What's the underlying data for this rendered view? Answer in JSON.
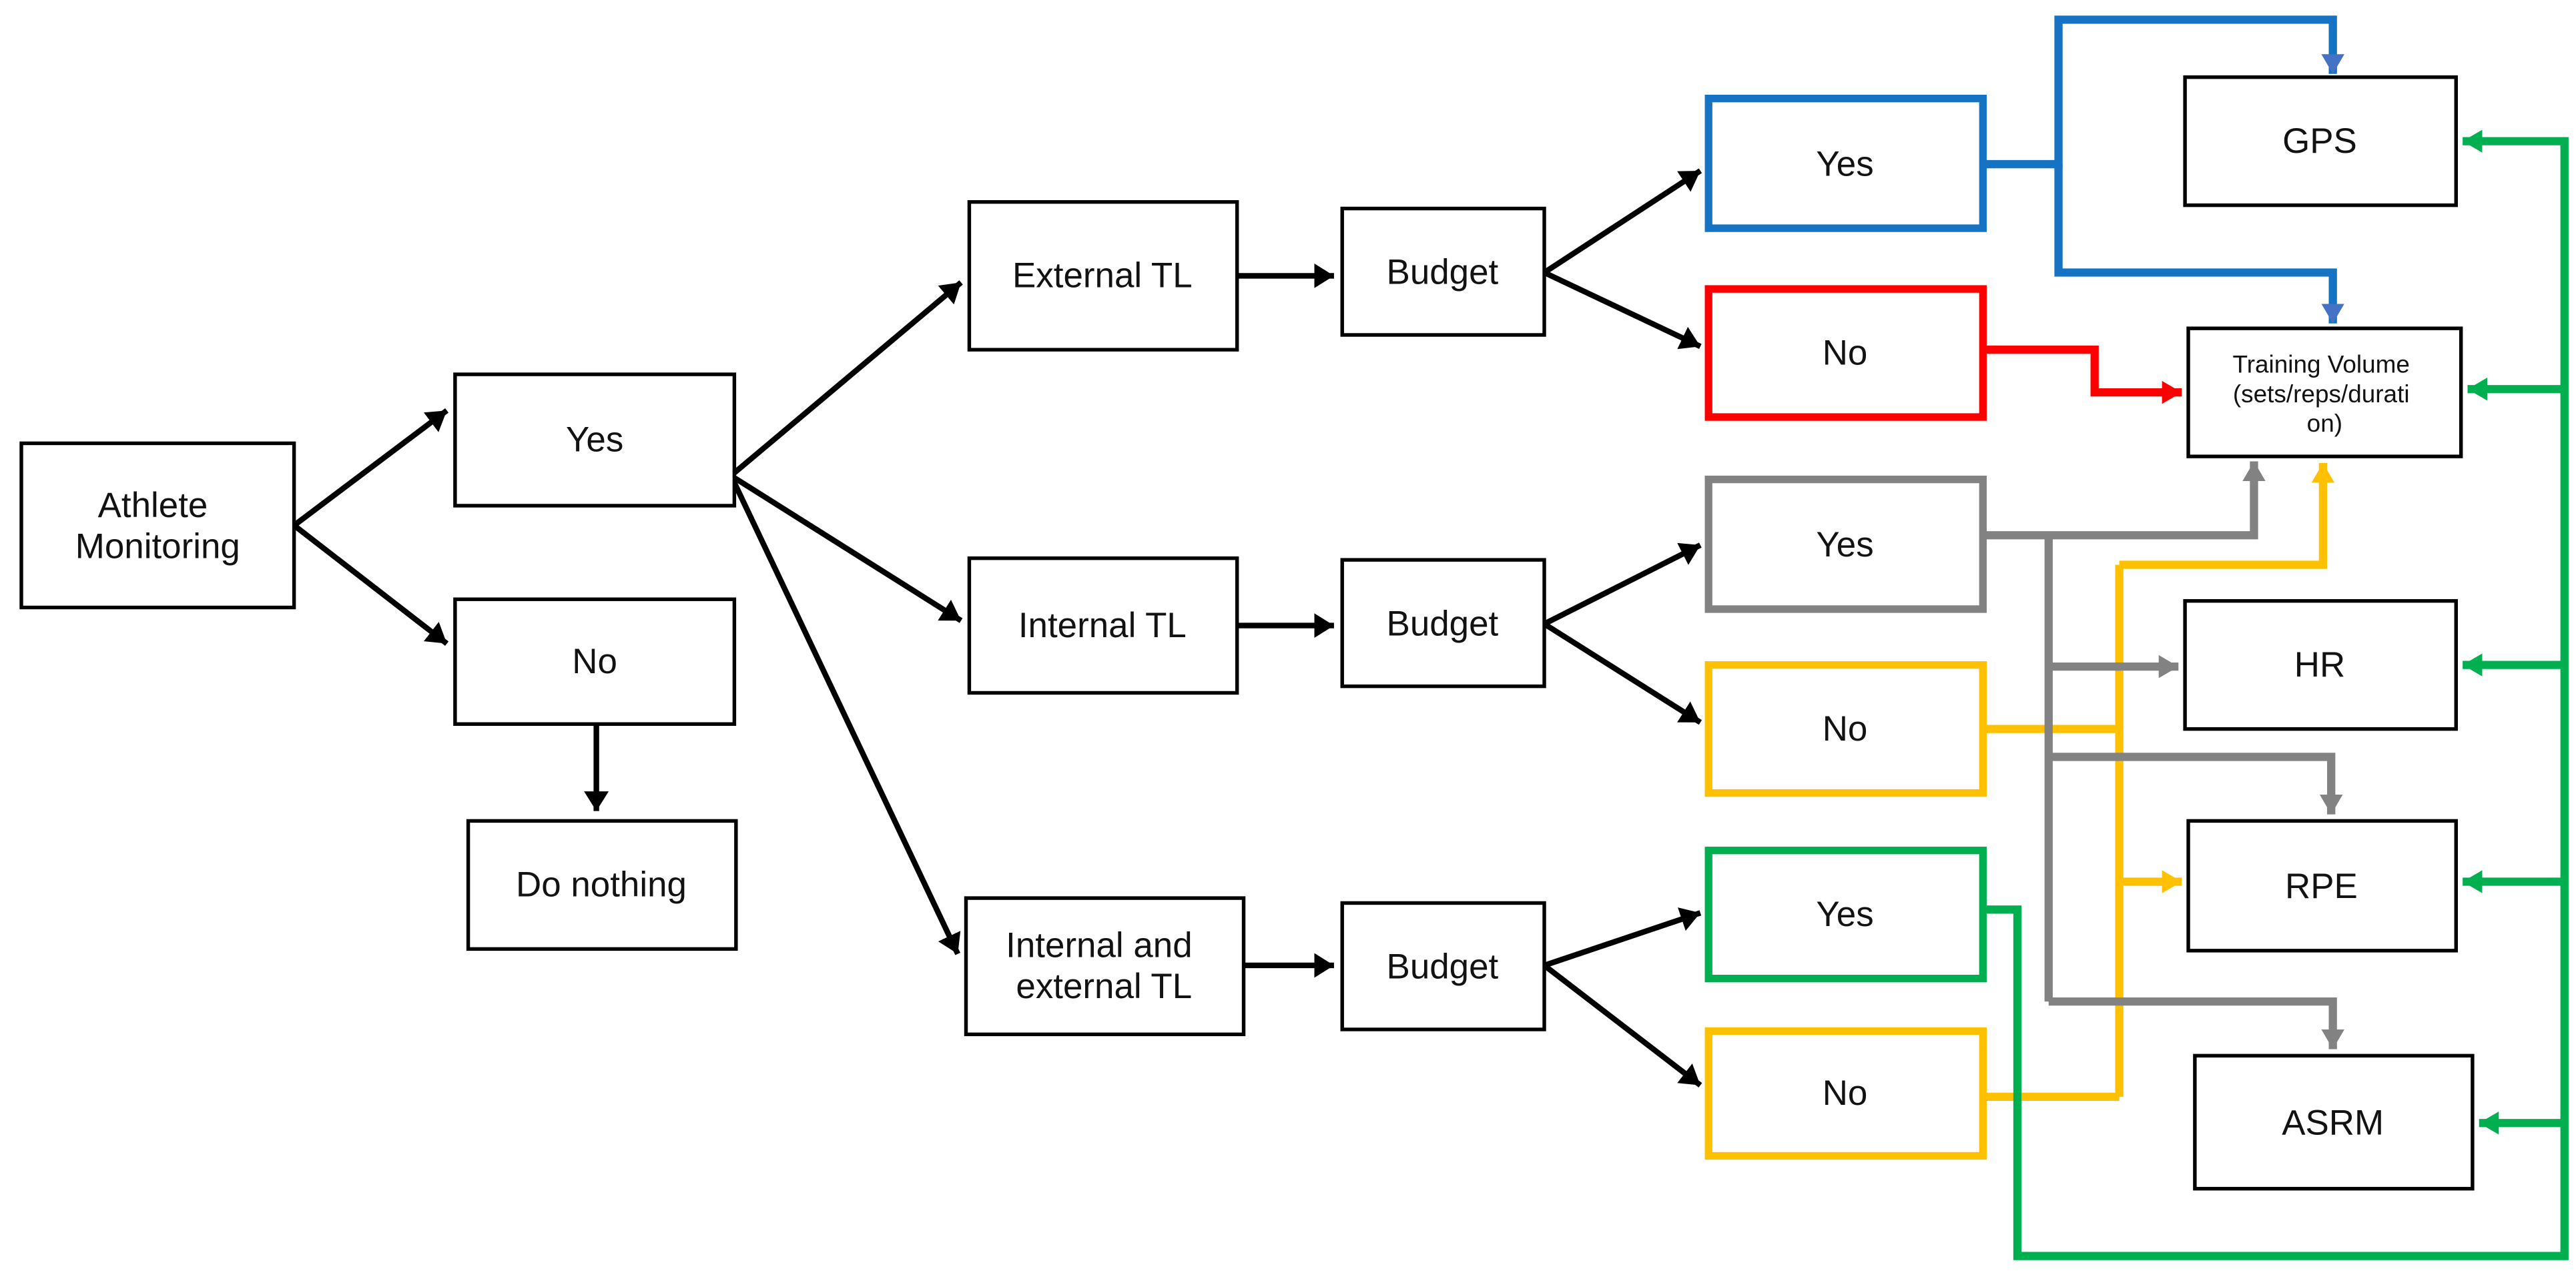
{
  "diagram": {
    "background": "#ffffff",
    "colors": {
      "black": "#000000",
      "blue": "#1673C4",
      "blue_arrowhead": "#4472C4",
      "red": "#FF0000",
      "gray": "#828282",
      "yellow": "#FFC000",
      "green": "#00B050"
    },
    "nodes": {
      "athlete_monitoring": {
        "line1": "Athlete",
        "line2": "Monitoring"
      },
      "monitor_yes": {
        "label": "Yes"
      },
      "monitor_no": {
        "label": "No"
      },
      "do_nothing": {
        "label": "Do nothing"
      },
      "external_tl": {
        "label": "External TL"
      },
      "budget_external": {
        "label": "Budget"
      },
      "internal_tl": {
        "label": "Internal TL"
      },
      "budget_internal": {
        "label": "Budget"
      },
      "internal_external_tl": {
        "line1": "Internal and",
        "line2": "external TL"
      },
      "budget_both": {
        "label": "Budget"
      },
      "external_budget_yes": {
        "label": "Yes"
      },
      "external_budget_no": {
        "label": "No"
      },
      "internal_budget_yes": {
        "label": "Yes"
      },
      "internal_budget_no": {
        "label": "No"
      },
      "both_budget_yes": {
        "label": "Yes"
      },
      "both_budget_no": {
        "label": "No"
      },
      "gps": {
        "label": "GPS"
      },
      "training_volume": {
        "line1": "Training Volume",
        "line2": "(sets/reps/durati",
        "line3": "on)"
      },
      "hr": {
        "label": "HR"
      },
      "rpe": {
        "label": "RPE"
      },
      "asrm": {
        "label": "ASRM"
      }
    },
    "edges": [
      {
        "from": "Athlete Monitoring",
        "to": "Yes",
        "color": "black"
      },
      {
        "from": "Athlete Monitoring",
        "to": "No",
        "color": "black"
      },
      {
        "from": "No",
        "to": "Do nothing",
        "color": "black"
      },
      {
        "from": "Yes",
        "to": "External TL",
        "color": "black"
      },
      {
        "from": "Yes",
        "to": "Internal TL",
        "color": "black"
      },
      {
        "from": "Yes",
        "to": "Internal and external TL",
        "color": "black"
      },
      {
        "from": "External TL",
        "to": "Budget",
        "color": "black"
      },
      {
        "from": "Internal TL",
        "to": "Budget",
        "color": "black"
      },
      {
        "from": "Internal and external TL",
        "to": "Budget",
        "color": "black"
      },
      {
        "from": "Budget (external)",
        "to": "Yes",
        "color": "black"
      },
      {
        "from": "Budget (external)",
        "to": "No",
        "color": "black"
      },
      {
        "from": "Budget (internal)",
        "to": "Yes",
        "color": "black"
      },
      {
        "from": "Budget (internal)",
        "to": "No",
        "color": "black"
      },
      {
        "from": "Budget (both)",
        "to": "Yes",
        "color": "black"
      },
      {
        "from": "Budget (both)",
        "to": "No",
        "color": "black"
      },
      {
        "from": "External budget Yes",
        "to": "GPS",
        "color": "blue"
      },
      {
        "from": "External budget Yes",
        "to": "Training Volume (sets/reps/duration)",
        "color": "blue"
      },
      {
        "from": "External budget No",
        "to": "Training Volume (sets/reps/duration)",
        "color": "red"
      },
      {
        "from": "Internal budget Yes",
        "to": "Training Volume (sets/reps/duration)",
        "color": "gray"
      },
      {
        "from": "Internal budget Yes",
        "to": "HR",
        "color": "gray"
      },
      {
        "from": "Internal budget Yes",
        "to": "RPE",
        "color": "gray"
      },
      {
        "from": "Internal budget Yes",
        "to": "ASRM",
        "color": "gray"
      },
      {
        "from": "Internal budget No",
        "to": "Training Volume (sets/reps/duration)",
        "color": "yellow"
      },
      {
        "from": "Internal budget No",
        "to": "RPE",
        "color": "yellow"
      },
      {
        "from": "Both budget No",
        "to": "Training Volume (sets/reps/duration)",
        "color": "yellow"
      },
      {
        "from": "Both budget No",
        "to": "RPE",
        "color": "yellow"
      },
      {
        "from": "Both budget Yes",
        "to": "GPS",
        "color": "green"
      },
      {
        "from": "Both budget Yes",
        "to": "Training Volume (sets/reps/duration)",
        "color": "green"
      },
      {
        "from": "Both budget Yes",
        "to": "HR",
        "color": "green"
      },
      {
        "from": "Both budget Yes",
        "to": "RPE",
        "color": "green"
      },
      {
        "from": "Both budget Yes",
        "to": "ASRM",
        "color": "green"
      }
    ]
  }
}
